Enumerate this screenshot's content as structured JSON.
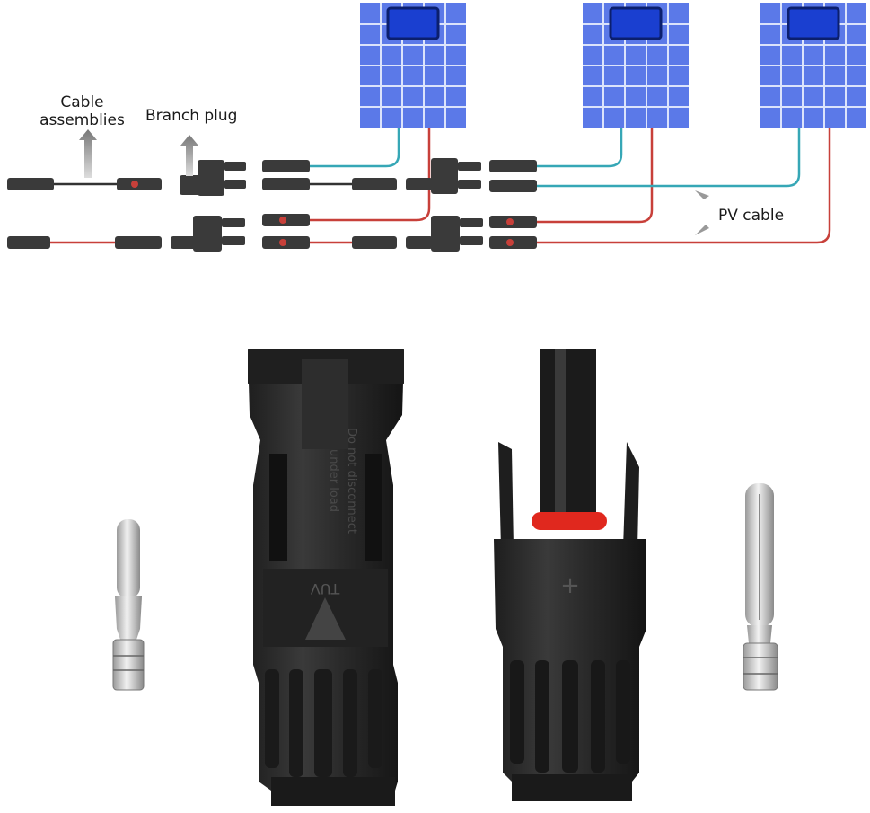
{
  "labels": {
    "cable_line1": "Cable",
    "cable_line2": "assemblies",
    "branch_plug": "Branch plug",
    "pv_cable": "PV cable"
  },
  "connector_markings": {
    "female_text_line1": "Do not disconnect",
    "female_text_line2": "under load",
    "female_brand": "TUV",
    "male_symbol": "+"
  },
  "colors": {
    "panel": "#5b79e8",
    "panel_grid": "#dbe3fb",
    "junction_box": "#1a3fd0",
    "cable_positive": "#c8403a",
    "cable_negative": "#36a7b6",
    "connector_body": "#2a2a2a",
    "seal_ring": "#e0281e"
  }
}
